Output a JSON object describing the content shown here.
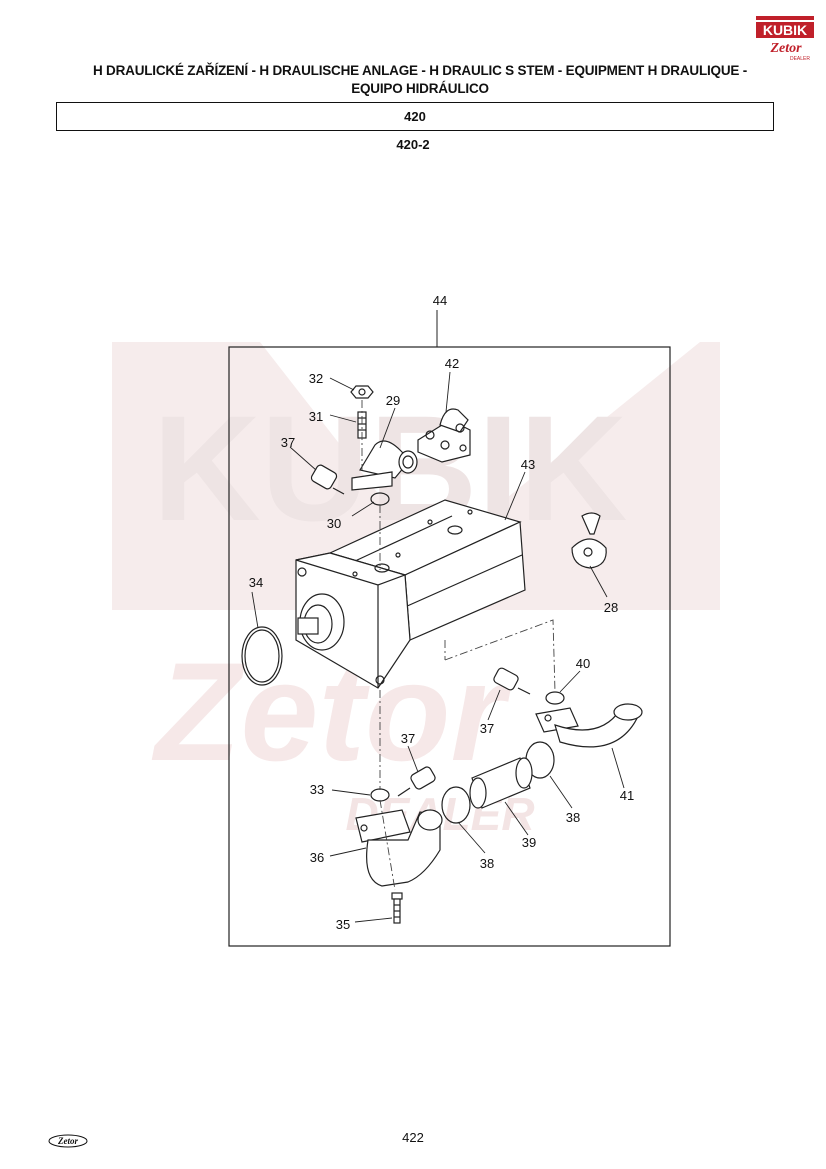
{
  "header": {
    "title_line1": "H  DRAULICKÉ ZAŘÍZENÍ - H  DRAULISCHE ANLAGE - H  DRAULIC S  STEM - EQUIPMENT H  DRAULIQUE -",
    "title_line2": "EQUIPO HIDRÁULICO",
    "section": "420",
    "subsection": "420-2"
  },
  "logo": {
    "brand": "KUBIK",
    "sub": "Zetor",
    "tag": "DEALER"
  },
  "watermark": {
    "main": "KUBIK",
    "sub": "Zetor",
    "tag": "DEALER",
    "color": "#f3e6e6"
  },
  "callouts": [
    "44",
    "32",
    "42",
    "31",
    "29",
    "37",
    "43",
    "30",
    "28",
    "34",
    "40",
    "37",
    "37",
    "41",
    "33",
    "38",
    "39",
    "36",
    "38",
    "35"
  ],
  "footer": {
    "logo_text": "Zetor",
    "page": "422"
  }
}
